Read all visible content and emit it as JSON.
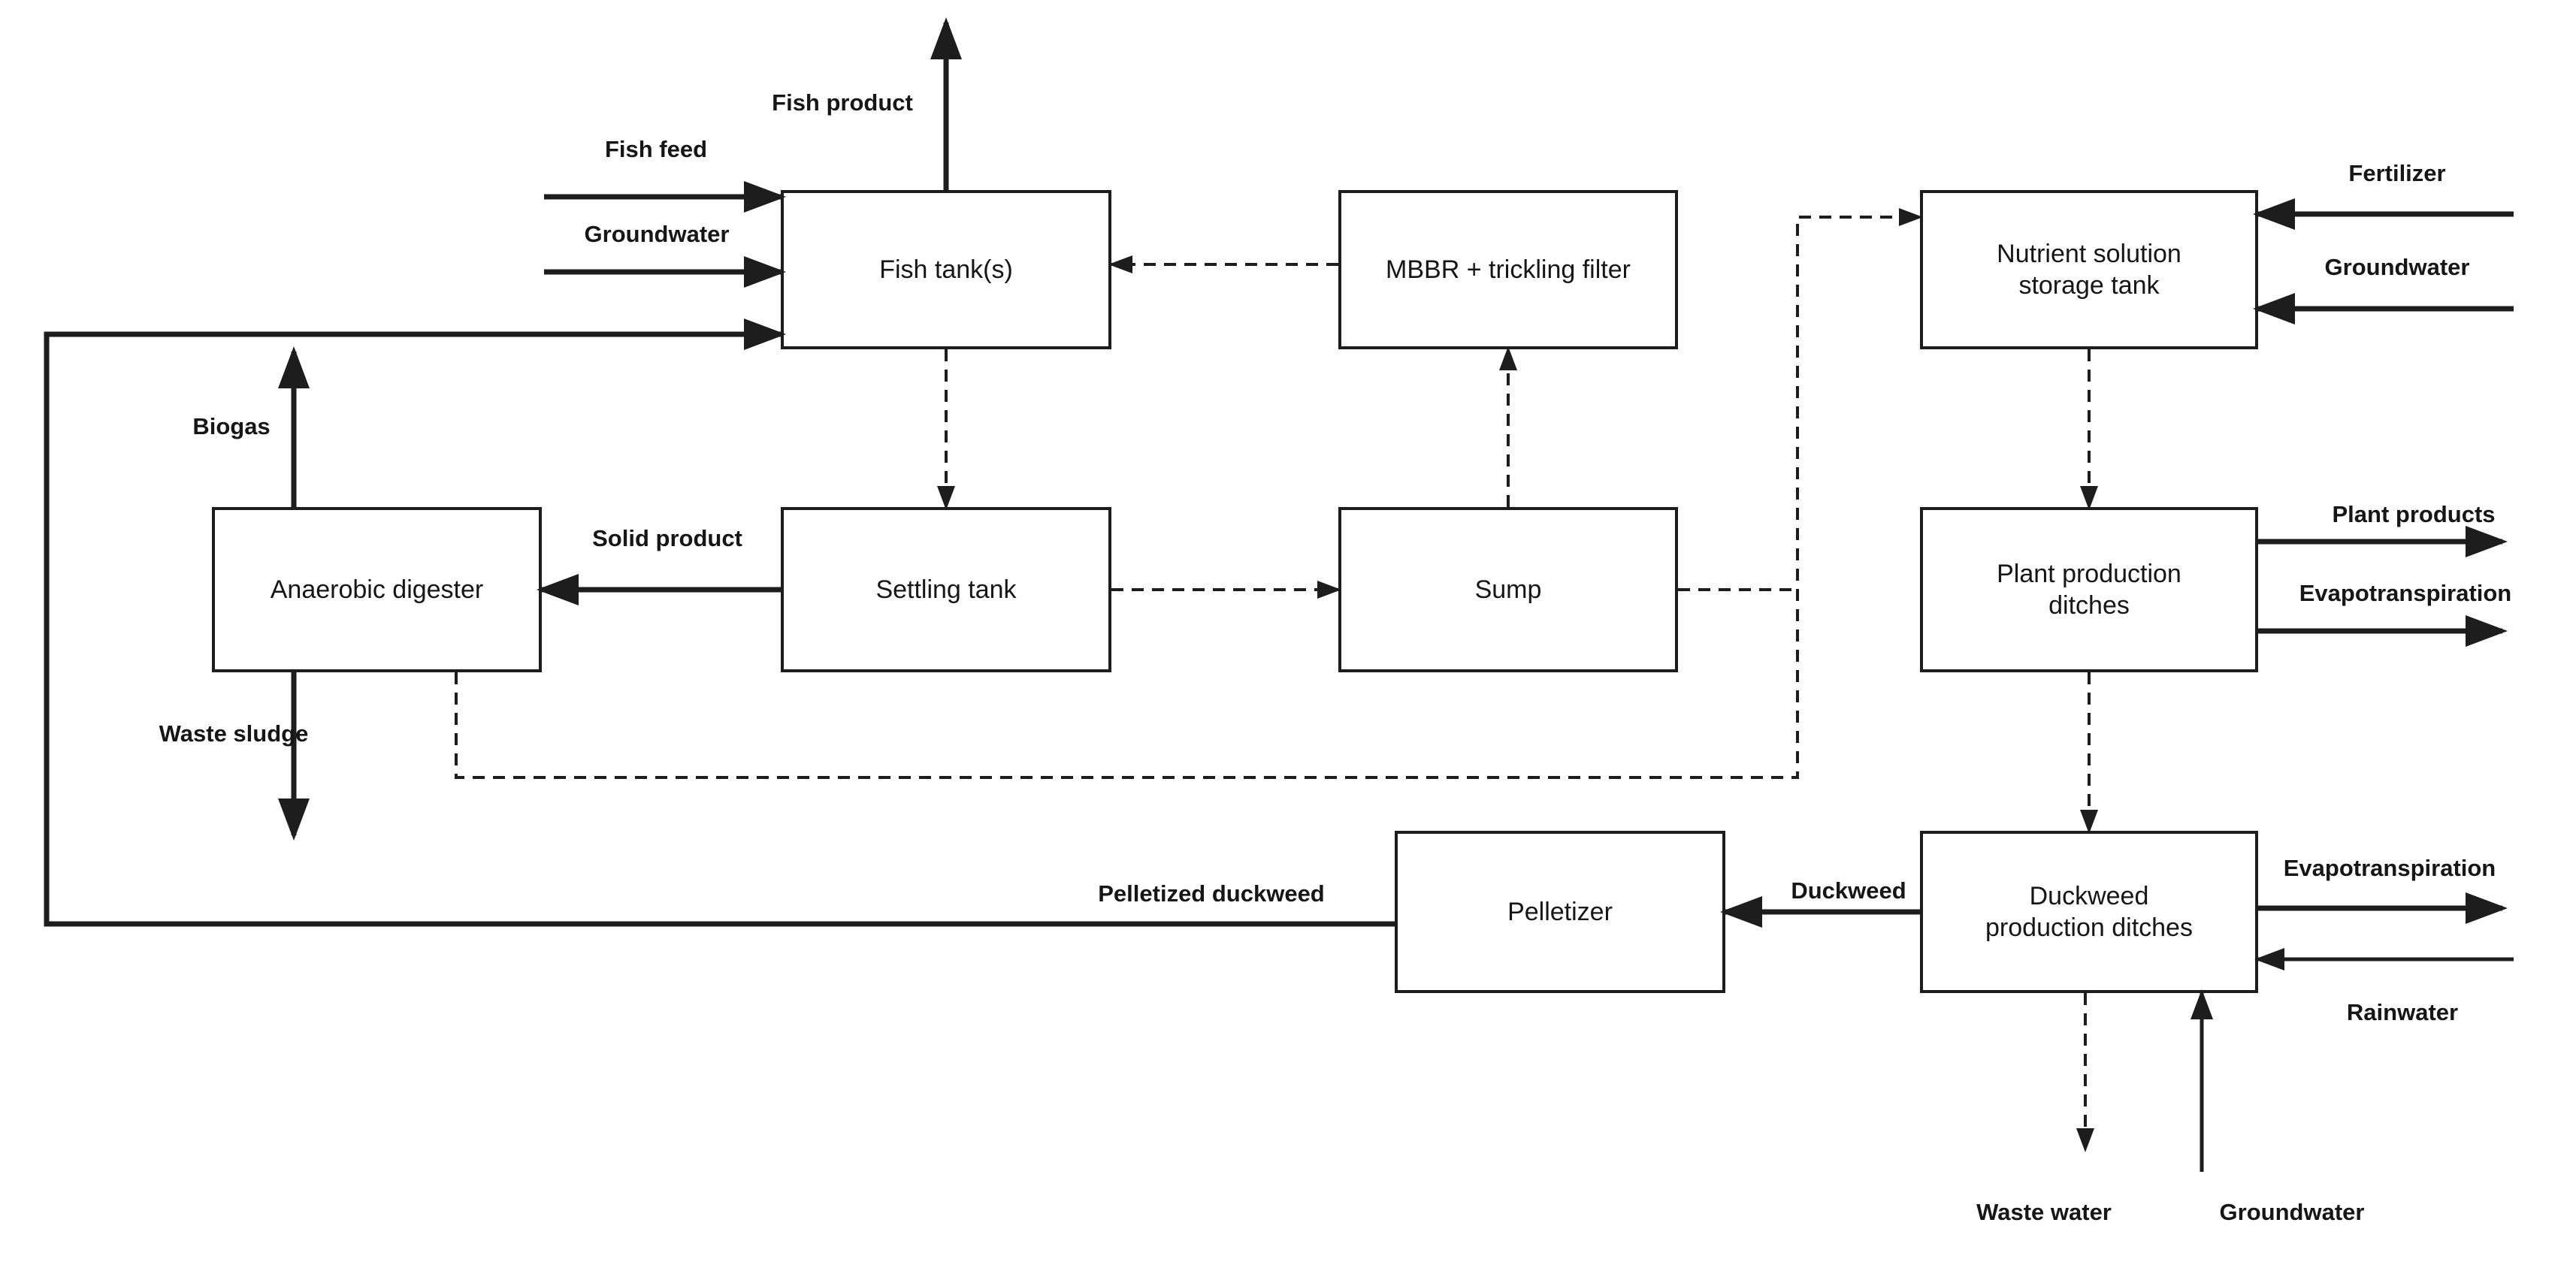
{
  "diagram": {
    "type": "process-flow",
    "colors": {
      "line": "#1d1d1d",
      "node_fill": "#ffffff",
      "node_border": "#1d1d1d",
      "background": "#ffffff"
    },
    "nodes": {
      "fish_tank": {
        "label": "Fish tank(s)"
      },
      "mbbr": {
        "label": "MBBR + trickling filter"
      },
      "nutrient_tank": {
        "label": "Nutrient solution\nstorage tank"
      },
      "anaerobic_digester": {
        "label": "Anaerobic digester"
      },
      "settling_tank": {
        "label": "Settling tank"
      },
      "sump": {
        "label": "Sump"
      },
      "plant_ditches": {
        "label": "Plant production\nditches"
      },
      "pelletizer": {
        "label": "Pelletizer"
      },
      "duckweed_ditches": {
        "label": "Duckweed\nproduction ditches"
      }
    },
    "flows": {
      "fish_product": {
        "label": "Fish product",
        "from": "fish_tank",
        "to": "external",
        "style": "solid"
      },
      "fish_feed": {
        "label": "Fish feed",
        "from": "external",
        "to": "fish_tank",
        "style": "solid"
      },
      "groundwater_fish": {
        "label": "Groundwater",
        "from": "external",
        "to": "fish_tank",
        "style": "solid"
      },
      "pelletized_duckweed": {
        "label": "Pelletized duckweed",
        "from": "pelletizer",
        "to": "fish_tank",
        "style": "solid"
      },
      "biogas": {
        "label": "Biogas",
        "from": "anaerobic_digester",
        "to": "external",
        "style": "solid"
      },
      "waste_sludge": {
        "label": "Waste sludge",
        "from": "anaerobic_digester",
        "to": "external",
        "style": "solid"
      },
      "solid_product": {
        "label": "Solid product",
        "from": "settling_tank",
        "to": "anaerobic_digester",
        "style": "solid"
      },
      "fertilizer": {
        "label": "Fertilizer",
        "from": "external",
        "to": "nutrient_tank",
        "style": "solid"
      },
      "groundwater_nutrient": {
        "label": "Groundwater",
        "from": "external",
        "to": "nutrient_tank",
        "style": "solid"
      },
      "plant_products": {
        "label": "Plant products",
        "from": "plant_ditches",
        "to": "external",
        "style": "solid"
      },
      "evapotranspiration_plant": {
        "label": "Evapotranspiration",
        "from": "plant_ditches",
        "to": "external",
        "style": "solid"
      },
      "duckweed": {
        "label": "Duckweed",
        "from": "duckweed_ditches",
        "to": "pelletizer",
        "style": "solid"
      },
      "evapotranspiration_duckweed": {
        "label": "Evapotranspiration",
        "from": "duckweed_ditches",
        "to": "external",
        "style": "solid"
      },
      "rainwater": {
        "label": "Rainwater",
        "from": "external",
        "to": "duckweed_ditches",
        "style": "solid"
      },
      "waste_water": {
        "label": "Waste water",
        "from": "duckweed_ditches",
        "to": "external",
        "style": "dashed"
      },
      "groundwater_duckweed": {
        "label": "Groundwater",
        "from": "external",
        "to": "duckweed_ditches",
        "style": "solid"
      },
      "fishtank_to_settling": {
        "label": "",
        "from": "fish_tank",
        "to": "settling_tank",
        "style": "dashed"
      },
      "settling_to_sump": {
        "label": "",
        "from": "settling_tank",
        "to": "sump",
        "style": "dashed"
      },
      "sump_to_mbbr": {
        "label": "",
        "from": "sump",
        "to": "mbbr",
        "style": "dashed"
      },
      "mbbr_to_fishtank": {
        "label": "",
        "from": "mbbr",
        "to": "fish_tank",
        "style": "dashed"
      },
      "sump_to_nutrient": {
        "label": "",
        "from": "sump",
        "to": "nutrient_tank",
        "style": "dashed"
      },
      "digester_to_nutrient": {
        "label": "",
        "from": "anaerobic_digester",
        "to": "nutrient_tank",
        "style": "dashed"
      },
      "nutrient_to_plant": {
        "label": "",
        "from": "nutrient_tank",
        "to": "plant_ditches",
        "style": "dashed"
      },
      "plant_to_duckweed": {
        "label": "",
        "from": "plant_ditches",
        "to": "duckweed_ditches",
        "style": "dashed"
      }
    }
  }
}
